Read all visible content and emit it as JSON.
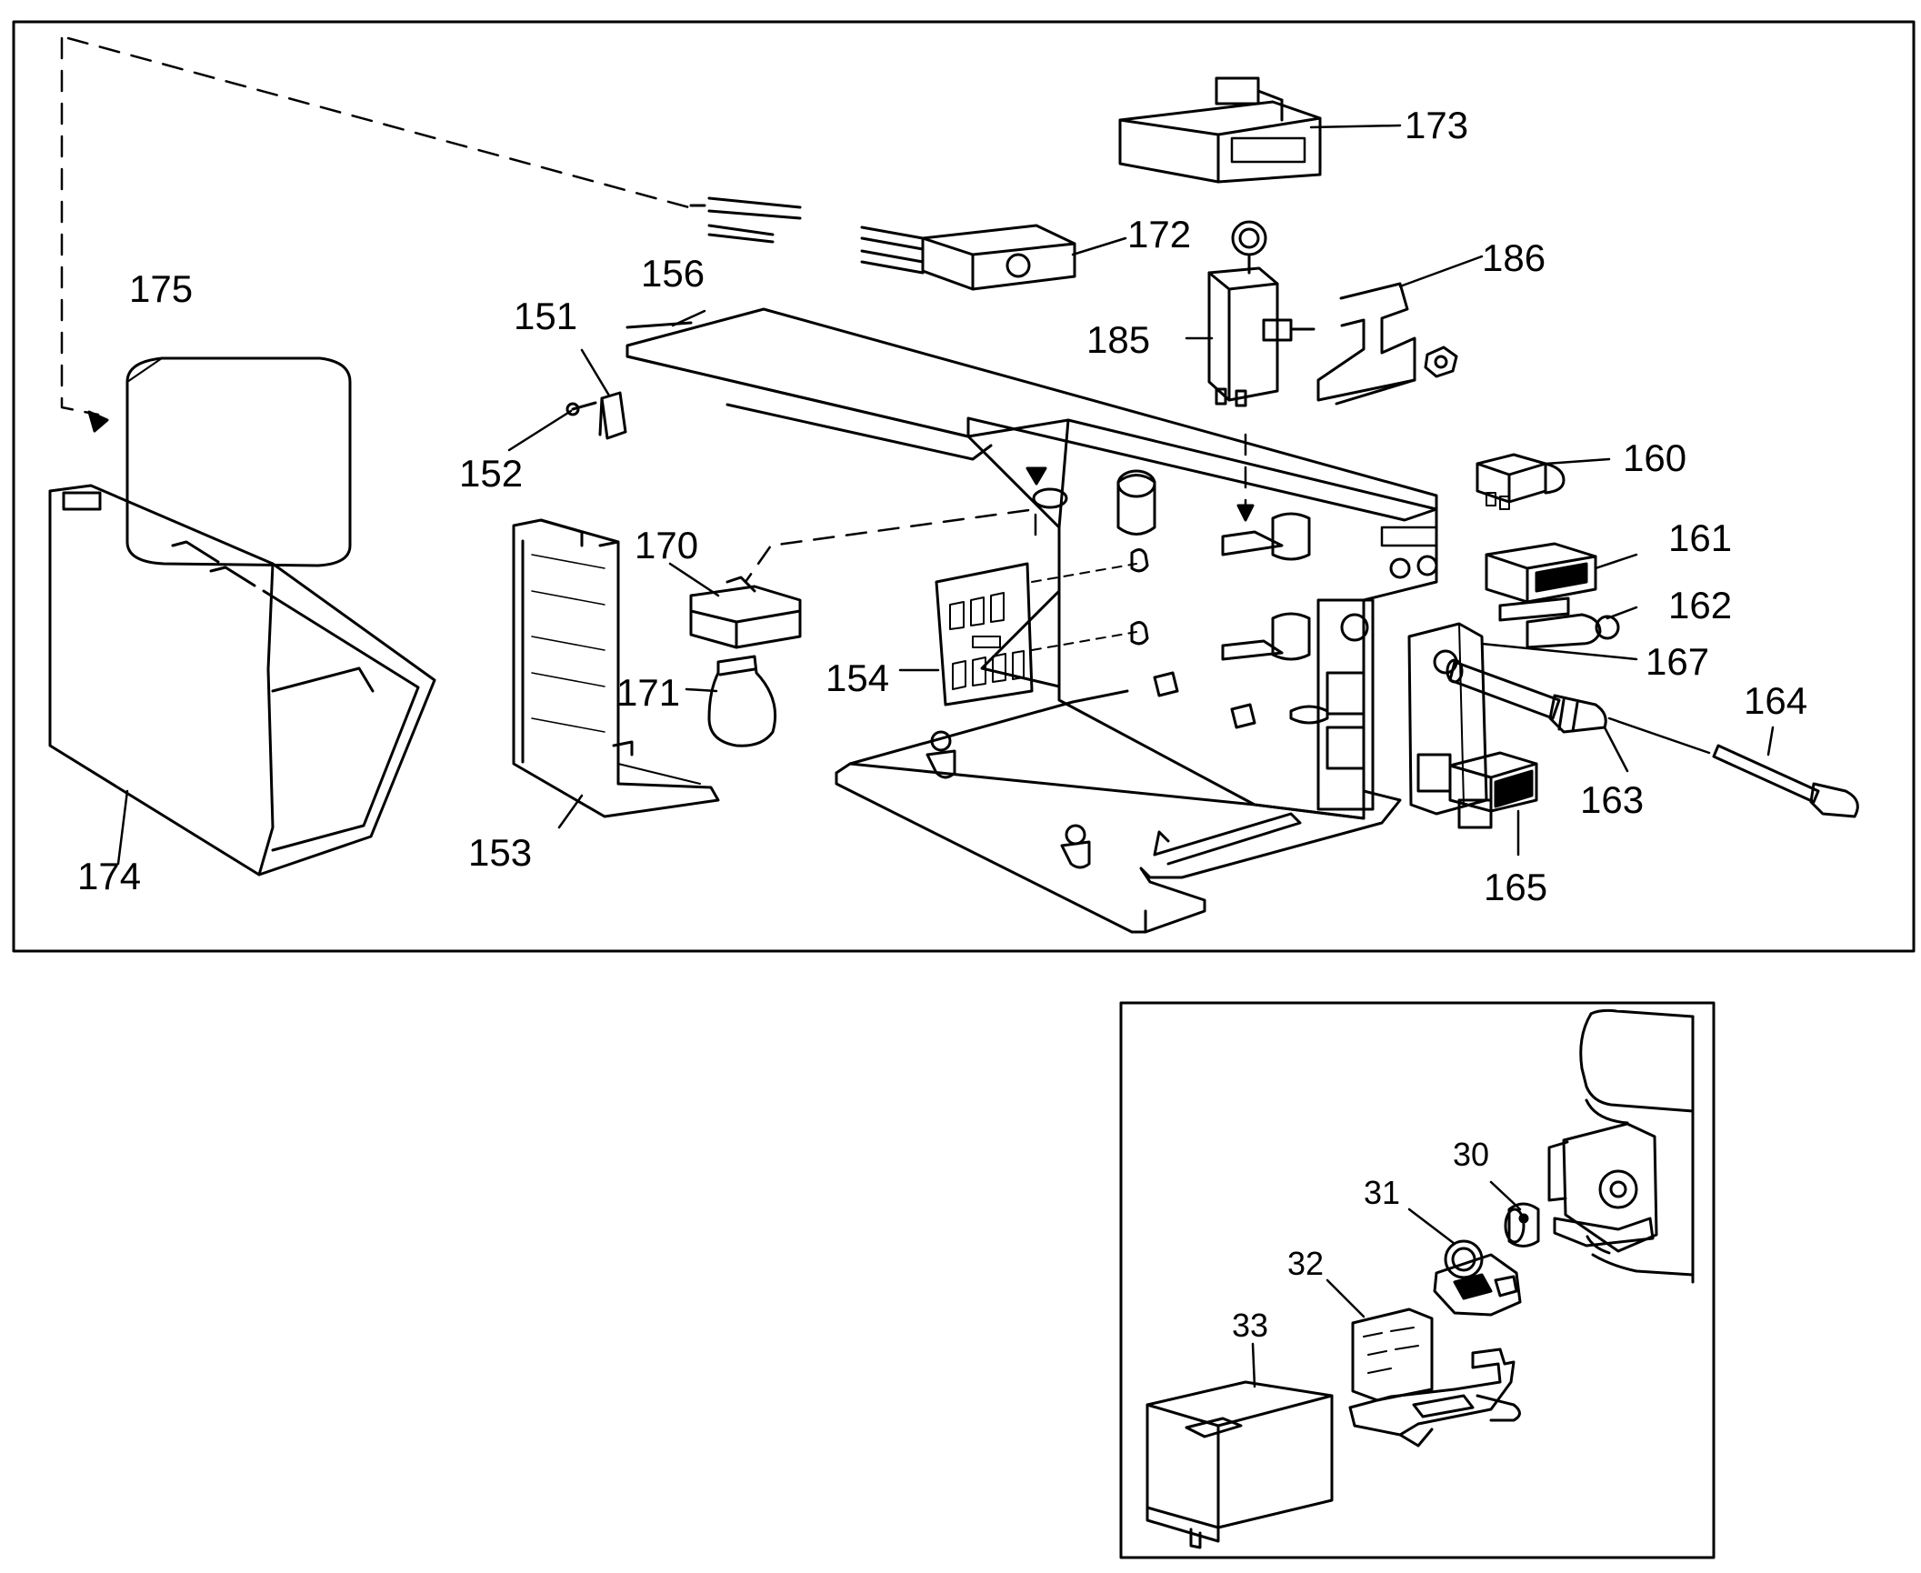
{
  "main_panel": {
    "labels": {
      "p151": "151",
      "p152": "152",
      "p153": "153",
      "p154": "154",
      "p156": "156",
      "p160": "160",
      "p161": "161",
      "p162": "162",
      "p163": "163",
      "p164": "164",
      "p165": "165",
      "p167": "167",
      "p170": "170",
      "p171": "171",
      "p172": "172",
      "p173": "173",
      "p174": "174",
      "p175": "175",
      "p185": "185",
      "p186": "186"
    }
  },
  "inset_panel": {
    "labels": {
      "p30": "30",
      "p31": "31",
      "p32": "32",
      "p33": "33"
    }
  },
  "colors": {
    "ink": "#000000",
    "paper": "#ffffff"
  }
}
